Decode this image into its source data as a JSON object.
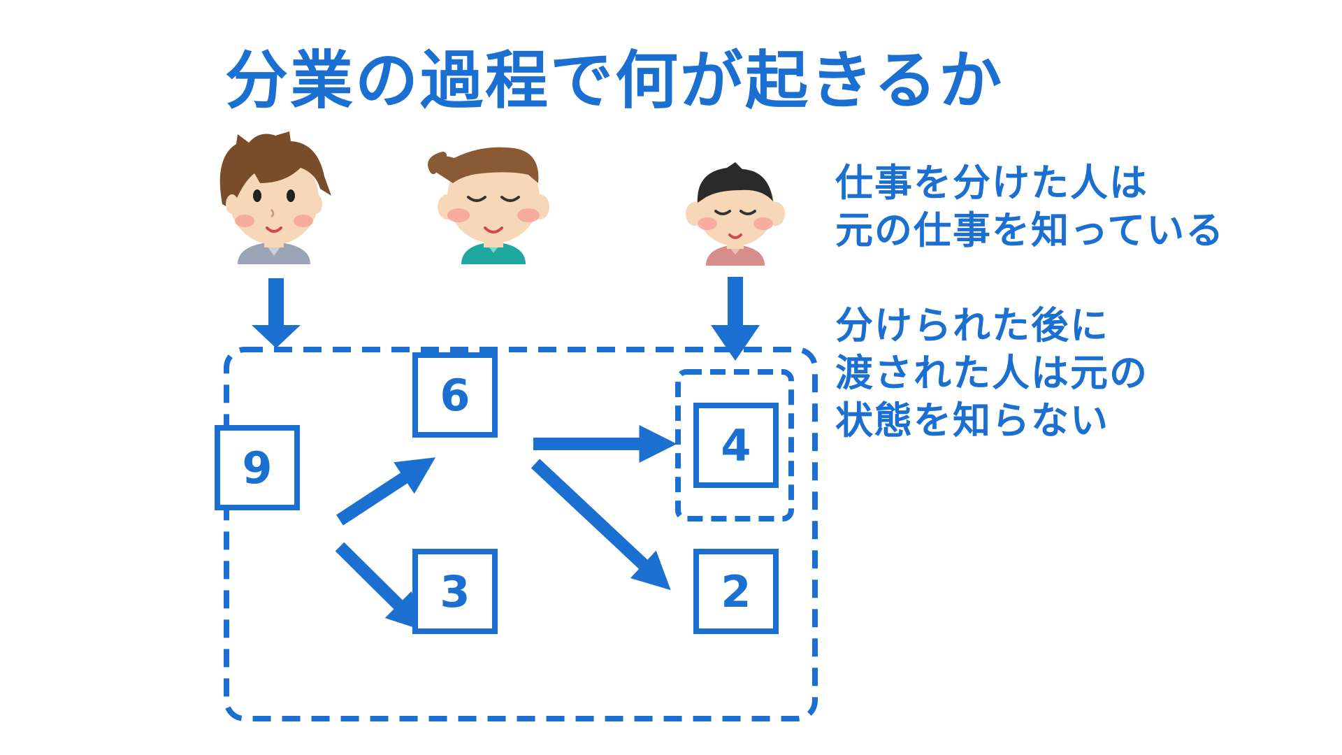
{
  "title": "分業の過程で何が起きるか",
  "notes": {
    "manager": [
      "仕事を分けた人は",
      "元の仕事を知っている"
    ],
    "worker": [
      "分けられた後に",
      "渡された人は元の",
      "状態を知らない"
    ]
  },
  "nodes": [
    {
      "id": "node-9",
      "label": "9"
    },
    {
      "id": "node-6",
      "label": "6"
    },
    {
      "id": "node-3",
      "label": "3"
    },
    {
      "id": "node-4",
      "label": "4"
    },
    {
      "id": "node-2",
      "label": "2"
    }
  ],
  "edges": [
    {
      "from": "9",
      "to": "6"
    },
    {
      "from": "9",
      "to": "3"
    },
    {
      "from": "6",
      "to": "4"
    },
    {
      "from": "6",
      "to": "2"
    }
  ],
  "colors": {
    "accent": "#1a6fd0",
    "background": "#ffffff"
  },
  "people": [
    {
      "name": "person-with-messy-hair",
      "shirt": "#9aa4b4"
    },
    {
      "name": "person-with-swept-hair",
      "shirt": "#1ea8a0"
    },
    {
      "name": "person-with-short-hair",
      "shirt": "#d98d8a"
    }
  ]
}
